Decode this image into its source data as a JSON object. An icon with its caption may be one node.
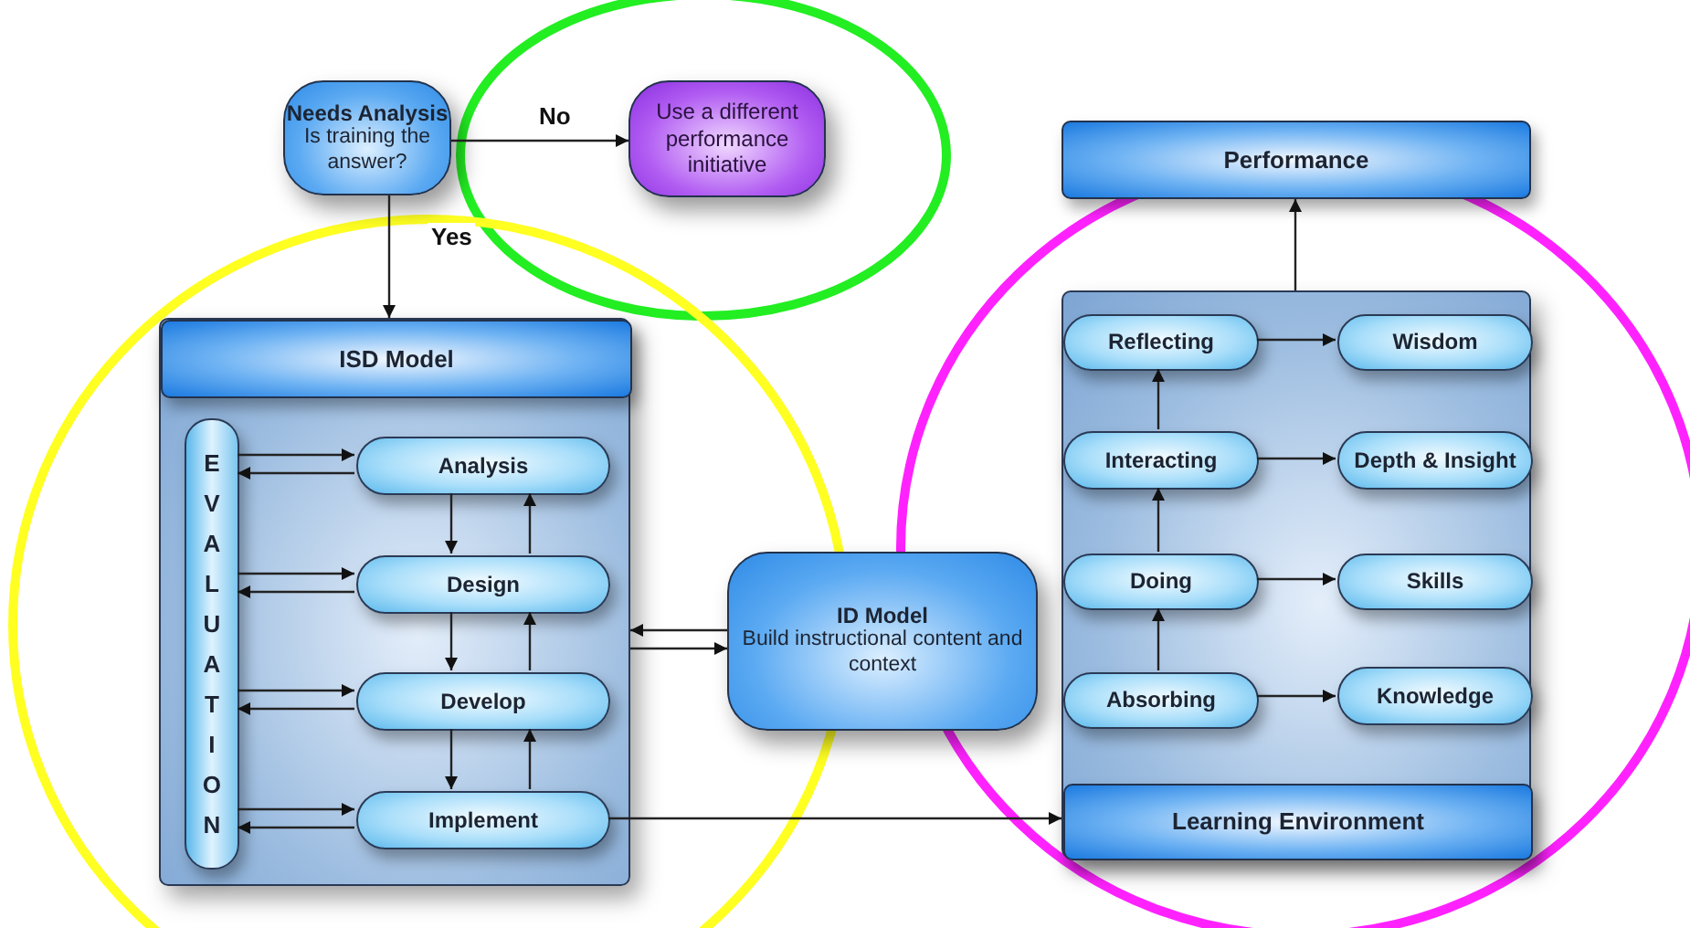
{
  "diagram": {
    "nodes": [
      {
        "text": [
          "Needs Analysis",
          "Is training the answer?"
        ]
      },
      {
        "text": [
          "Use a different performance initiative"
        ]
      },
      {
        "text": [],
        "shape": "box"
      },
      {
        "text": [
          "ISD Model"
        ],
        "in": 2
      },
      {
        "text": [
          "EVALUATION"
        ],
        "in": 2
      },
      {
        "text": [
          "Analysis"
        ],
        "in": 2
      },
      {
        "text": [
          "Design"
        ],
        "in": 2
      },
      {
        "text": [
          "Develop"
        ],
        "in": 2
      },
      {
        "text": [
          "Implement"
        ],
        "in": 2
      },
      {
        "text": [
          "ID Model",
          "Build instructional content and context"
        ]
      },
      {
        "text": [
          "Performance"
        ]
      },
      {
        "text": [],
        "shape": "box"
      },
      {
        "text": [
          "Reflecting"
        ],
        "in": 11
      },
      {
        "text": [
          "Wisdom"
        ],
        "in": 11
      },
      {
        "text": [
          "Interacting"
        ],
        "in": 11
      },
      {
        "text": [
          "Depth & Insight"
        ],
        "in": 11
      },
      {
        "text": [
          "Doing"
        ],
        "in": 11
      },
      {
        "text": [
          "Skills"
        ],
        "in": 11
      },
      {
        "text": [
          "Absorbing"
        ],
        "in": 11
      },
      {
        "text": [
          "Knowledge"
        ],
        "in": 11
      },
      {
        "text": [
          "Learning Environment"
        ],
        "in": 11
      }
    ],
    "edges": [
      {
        "from": 0,
        "to": 1,
        "arrow": "to",
        "label": "No"
      },
      {
        "from": 0,
        "to": 3,
        "arrow": "to",
        "label": "Yes"
      },
      {
        "from": 4,
        "to": 5,
        "arrow": "to"
      },
      {
        "from": 5,
        "to": 4,
        "arrow": "to"
      },
      {
        "from": 4,
        "to": 6,
        "arrow": "to"
      },
      {
        "from": 6,
        "to": 4,
        "arrow": "to"
      },
      {
        "from": 4,
        "to": 7,
        "arrow": "to"
      },
      {
        "from": 7,
        "to": 4,
        "arrow": "to"
      },
      {
        "from": 4,
        "to": 8,
        "arrow": "to"
      },
      {
        "from": 8,
        "to": 4,
        "arrow": "to"
      },
      {
        "from": 5,
        "to": 6,
        "arrow": "to"
      },
      {
        "from": 6,
        "to": 5,
        "arrow": "to"
      },
      {
        "from": 6,
        "to": 7,
        "arrow": "to"
      },
      {
        "from": 7,
        "to": 6,
        "arrow": "to"
      },
      {
        "from": 7,
        "to": 8,
        "arrow": "to"
      },
      {
        "from": 8,
        "to": 7,
        "arrow": "to"
      },
      {
        "from": 9,
        "to": 2,
        "arrow": "to"
      },
      {
        "from": 2,
        "to": 9,
        "arrow": "to"
      },
      {
        "from": 8,
        "to": 20,
        "arrow": "to"
      },
      {
        "from": 11,
        "to": 10,
        "arrow": "to"
      },
      {
        "from": 18,
        "to": 16,
        "arrow": "to"
      },
      {
        "from": 16,
        "to": 14,
        "arrow": "to"
      },
      {
        "from": 14,
        "to": 12,
        "arrow": "to"
      },
      {
        "from": 12,
        "to": 13,
        "arrow": "to"
      },
      {
        "from": 14,
        "to": 15,
        "arrow": "to"
      },
      {
        "from": 16,
        "to": 17,
        "arrow": "to"
      },
      {
        "from": 18,
        "to": 19,
        "arrow": "to"
      }
    ]
  }
}
